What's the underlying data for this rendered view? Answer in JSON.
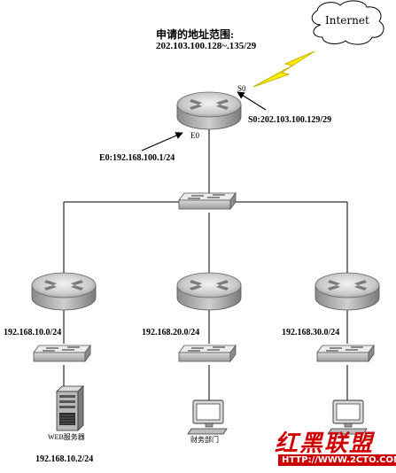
{
  "cloud": {
    "label": "Internet"
  },
  "address_range": {
    "title": "申请的地址范围:",
    "range": "202.103.100.128~.135/29"
  },
  "core_router": {
    "s0_port": "S0",
    "e0_port": "E0",
    "s0_address": "S0:202.103.100.129/29",
    "e0_address": "E0:192.168.100.1/24"
  },
  "branches": [
    {
      "network": "192.168.10.0/24",
      "host_label": "WEB服务器",
      "host_ip": "192.168.10.2/24"
    },
    {
      "network": "192.168.20.0/24",
      "host_label": "财务部门"
    },
    {
      "network": "192.168.30.0/24",
      "host_label": ""
    }
  ],
  "watermark": {
    "brand": "红黑联盟",
    "url": "HTTP://WWW.2CTO.COM"
  },
  "colors": {
    "lightning": "#ffee00",
    "lightning_stroke": "#c8b400",
    "device": "#c8c8c8",
    "watermark": "#cc0000"
  }
}
